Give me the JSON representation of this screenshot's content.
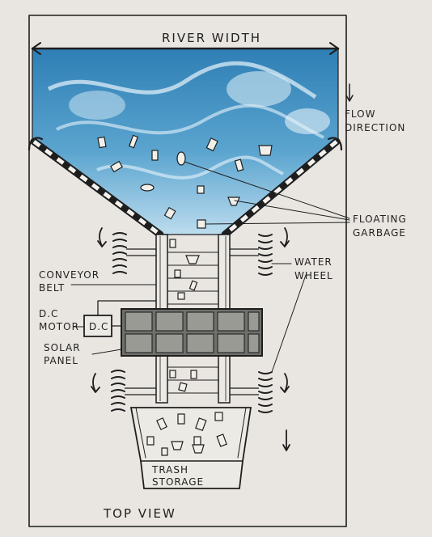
{
  "labels": {
    "river_width": "RIVER WIDTH",
    "flow_direction_1": "FLOW",
    "flow_direction_2": "DIRECTION",
    "floating_garbage_1": "FLOATING",
    "floating_garbage_2": "GARBAGE",
    "water_wheel_1": "WATER",
    "water_wheel_2": "WHEEL",
    "conveyor_belt_1": "CONVEYOR",
    "conveyor_belt_2": "BELT",
    "dc_motor_1": "D.C",
    "dc_motor_2": "MOTOR",
    "motor_box": "D.C",
    "solar_panel_1": "SOLAR",
    "solar_panel_2": "PANEL",
    "trash_storage_1": "TRASH",
    "trash_storage_2": "STORAGE",
    "top_view": "TOP VIEW"
  },
  "colors": {
    "paper": "#e9e6e1",
    "water": "#3f8fc0",
    "water_light": "#a9d3ea",
    "panel": "#8a8a86",
    "ink": "#1e1e1e"
  }
}
